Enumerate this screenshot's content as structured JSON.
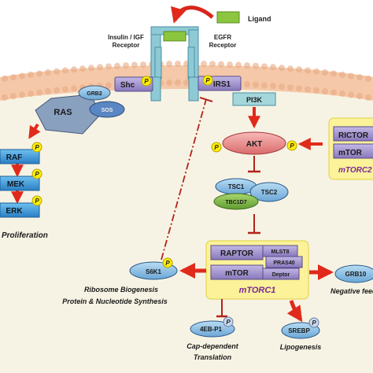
{
  "ligand": "Ligand",
  "receptors": {
    "insulin": [
      "Insulin / IGF",
      "Receptor"
    ],
    "egfr": [
      "EGFR",
      "Receptor"
    ]
  },
  "phospho": "P",
  "nodes": {
    "shc": "Shc",
    "irs1": "IRS1",
    "pi3k": "PI3K",
    "ras": "RAS",
    "grb2": "GRB2",
    "sos": "SOS",
    "raf": "RAF",
    "mek": "MEK",
    "erk": "ERK",
    "akt": "AKT",
    "tsc1": "TSC1",
    "tsc2": "TSC2",
    "tbc1d7": "TBC1D7",
    "raptor": "RAPTOR",
    "mlst8": "MLST8",
    "pras40": "PRAS40",
    "mtor": "mTOR",
    "deptor": "Deptor",
    "s6k1": "S6K1",
    "eebp1": "4EB-P1",
    "srebp": "SREBP",
    "grb10": "GRB10",
    "rictor": "RICTOR",
    "mtor2": "mTOR",
    "mtorc2": "mTORC2"
  },
  "labels": {
    "mtorc1": "mTORC1",
    "proliferation": "Proliferation",
    "ribosome": [
      "Ribosome Biogenesis",
      "Protein & Nucleotide Synthesis"
    ],
    "cap": [
      "Cap-dependent",
      "Translation"
    ],
    "lipogenesis": "Lipogenesis",
    "negative": "Negative feedback"
  },
  "colors": {
    "background": "#f7f3e4",
    "membrane_head": "#f4c8a8",
    "receptor": "#8ecad6",
    "ligand": "#8cc63f",
    "shc": "#9e90c8",
    "phospho": "#ffee00",
    "ras": "#8aa0bf",
    "grb2": "#9fb7d8",
    "kinase_blue": "#3a9ad9",
    "akt": "#e98a8a",
    "tsc": "#7fb4dc",
    "tbc1d7": "#7ab648",
    "mtorc1_box": "#fbf29a",
    "arrow_red": "#e02a1b",
    "inhibit_red": "#b3231a"
  }
}
